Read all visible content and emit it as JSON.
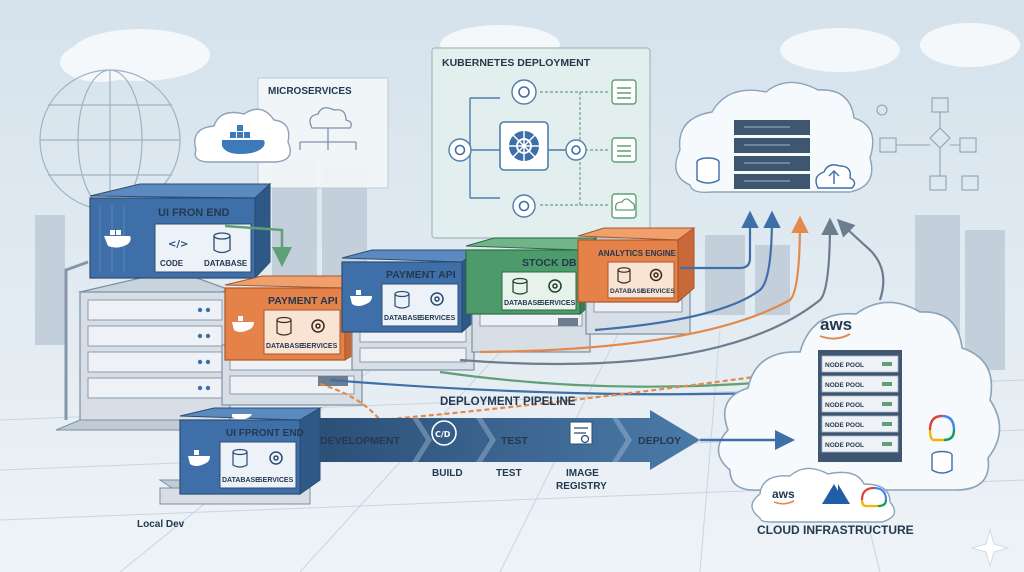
{
  "panels": {
    "microservices": "MICROSERVICES",
    "kubernetes": "KUBERNETES DEPLOYMENT"
  },
  "containers": {
    "ui_front_end": {
      "title": "UI FRON END",
      "left": "CODE",
      "right": "DATABASE"
    },
    "payment_api_orange": {
      "title": "PAYMENT API",
      "left": "DATABASE",
      "right": "SERVICES"
    },
    "payment_api_blue": {
      "title": "PAYMENT API",
      "left": "DATABASE",
      "right": "SERVICES"
    },
    "stock_db": {
      "title": "STOCK DB",
      "left": "DATABASE",
      "right": "SERVICES"
    },
    "analytics_engine": {
      "title": "ANALYTICS ENGINE",
      "left": "DATABASE",
      "right": "SERVICES"
    },
    "ui_front_end_local": {
      "title": "UI FPRONT END",
      "left": "DATABASE",
      "right": "SERVICES"
    }
  },
  "pipeline": {
    "title": "DEPLOYMENT PIPELINE",
    "stage_development": "DEVELOPMENT",
    "stage_ci_icon_text": "C/D",
    "stage_build": "BUILD",
    "stage_test_top": "TEST",
    "stage_test_bottom": "TEST",
    "stage_image_registry_line1": "IMAGE",
    "stage_image_registry_line2": "REGISTRY",
    "stage_deploy": "DEPLOY"
  },
  "labels": {
    "local_dev": "Local Dev",
    "cloud_infrastructure": "CLOUD INFRASTRUCTURE"
  },
  "cloud": {
    "aws_logo": "aws",
    "aws_logo_bottom": "aws",
    "node_pools": [
      "NODE POOL",
      "NODE POOL",
      "NODE POOL",
      "NODE POOL",
      "NODE POOL"
    ]
  },
  "colors": {
    "background": "#e4edf3",
    "blue_container": "#3f6fa8",
    "orange_container": "#e4824a",
    "green_container": "#4d9a6a",
    "server_gray": "#d8dee6",
    "pipeline_arrow": "#3d6a95"
  },
  "icons": [
    "docker-whale-icon",
    "kubernetes-icon",
    "database-icon",
    "code-icon",
    "gear-icon",
    "cloud-upload-icon",
    "azure-icon",
    "google-cloud-icon",
    "sparkle-icon"
  ]
}
